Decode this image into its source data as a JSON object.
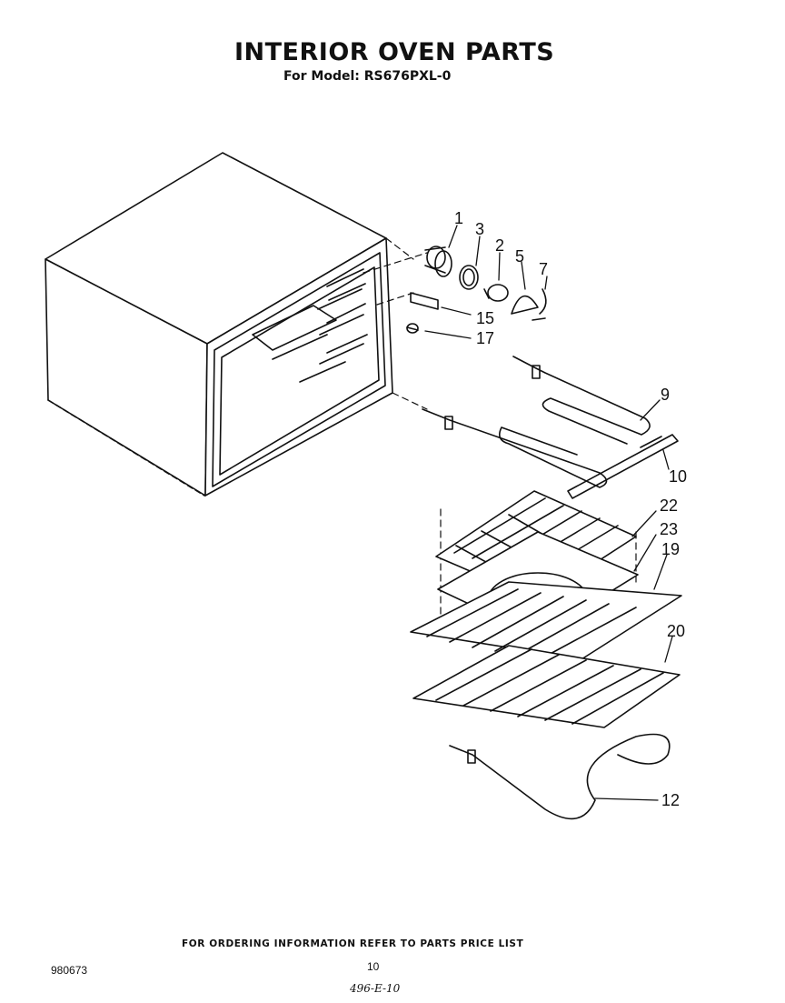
{
  "header": {
    "title": "INTERIOR OVEN PARTS",
    "subtitle": "For Model: RS676PXL-0"
  },
  "callouts": [
    "1",
    "3",
    "2",
    "5",
    "7",
    "15",
    "17",
    "9",
    "10",
    "22",
    "23",
    "19",
    "20",
    "12"
  ],
  "footer": {
    "ordering_note": "FOR ORDERING INFORMATION REFER TO PARTS PRICE LIST",
    "page_number": "10",
    "document_number": "980673",
    "handwritten_note": "496-E-10"
  }
}
